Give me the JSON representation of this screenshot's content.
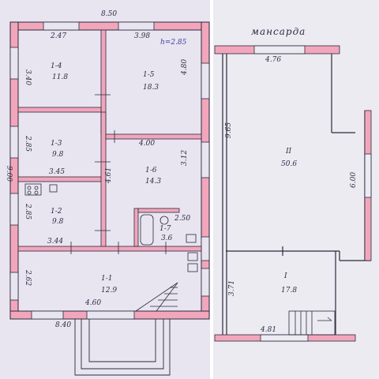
{
  "left_plan": {
    "overall_width": "8.50",
    "overall_height": "9.00",
    "height_note": "h=2.85",
    "rooms": [
      {
        "id": "1-4",
        "area": "11.8",
        "dims": [
          "2.47",
          "3.40"
        ]
      },
      {
        "id": "1-5",
        "area": "18.3",
        "dims": [
          "3.98",
          "4.80"
        ]
      },
      {
        "id": "1-3",
        "area": "9.8",
        "dims": [
          "2.85",
          "3.45"
        ]
      },
      {
        "id": "1-6",
        "area": "14.3",
        "dims": [
          "4.00",
          "3.12",
          "4.61"
        ]
      },
      {
        "id": "1-2",
        "area": "9.8",
        "dims": [
          "2.85",
          "3.44"
        ]
      },
      {
        "id": "1-7",
        "area": "3.6",
        "dims": [
          "2.50"
        ]
      },
      {
        "id": "1-1",
        "area": "12.9",
        "dims": [
          "2.62",
          "4.60"
        ]
      }
    ],
    "porch_width": "8.40"
  },
  "right_plan": {
    "title": "мансарда",
    "rooms": [
      {
        "id": "II",
        "area": "50.6",
        "dims": [
          "4.76",
          "9.65",
          "6.00"
        ]
      },
      {
        "id": "I",
        "area": "17.8",
        "dims": [
          "3.71",
          "4.81"
        ]
      }
    ]
  },
  "colors": {
    "paper": "#e8e5f0",
    "wall": "#f2a6bb",
    "line": "#2a2a3c",
    "ink": "#2c2c44"
  }
}
